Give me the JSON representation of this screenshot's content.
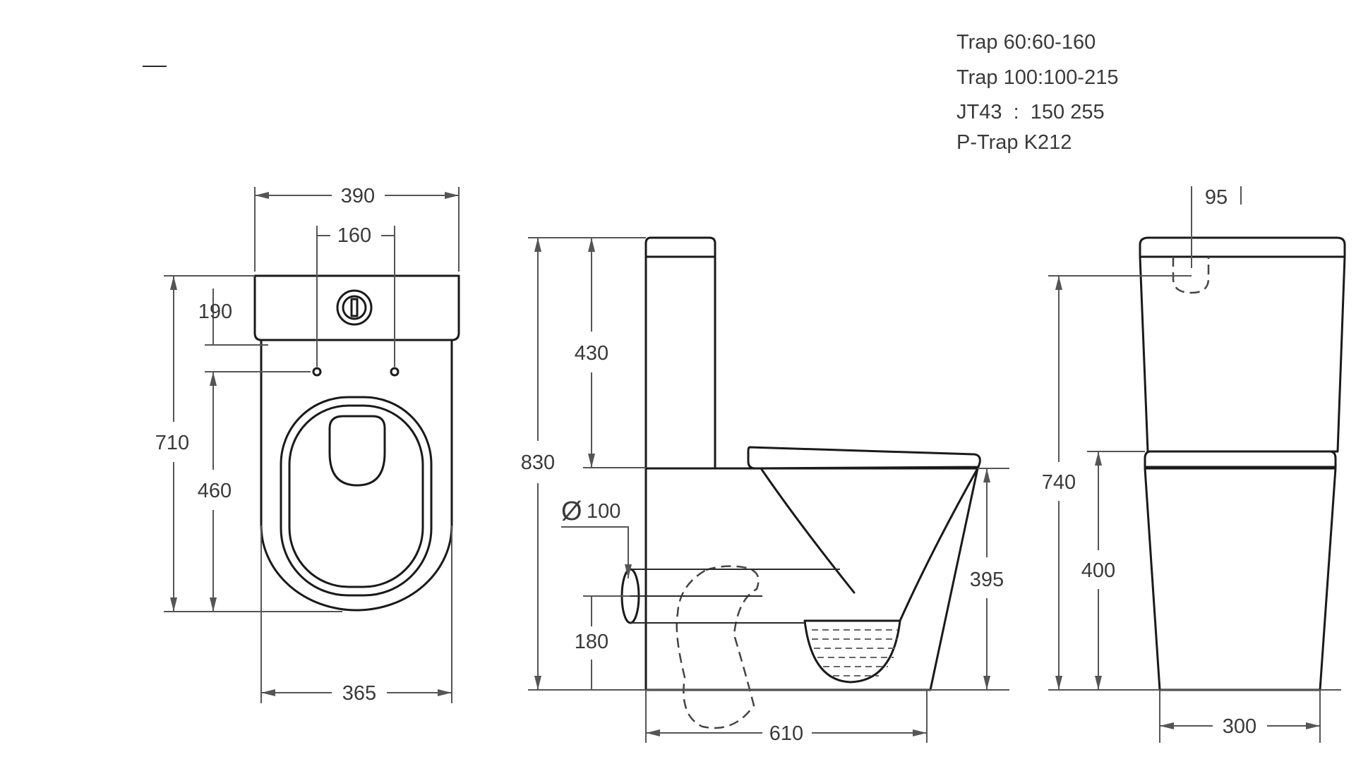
{
  "spec_notes": [
    "Trap 60:60-160",
    "Trap 100:100-215",
    "JT43  :  150 255",
    "P-Trap K212"
  ],
  "top_view": {
    "overall_width": "390",
    "fixing_spacing": "160",
    "cistern_depth": "190",
    "overall_length": "710",
    "fixing_to_front": "460",
    "bowl_width": "365"
  },
  "side_view": {
    "total_height": "830",
    "cistern_height": "430",
    "outlet_diameter_symbol": "Ø",
    "outlet_diameter": "100",
    "seat_height": "395",
    "outlet_height": "180",
    "projection": "610"
  },
  "front_view": {
    "button_offset": "95",
    "total_height": "740",
    "bowl_height": "400",
    "base_width": "300"
  }
}
